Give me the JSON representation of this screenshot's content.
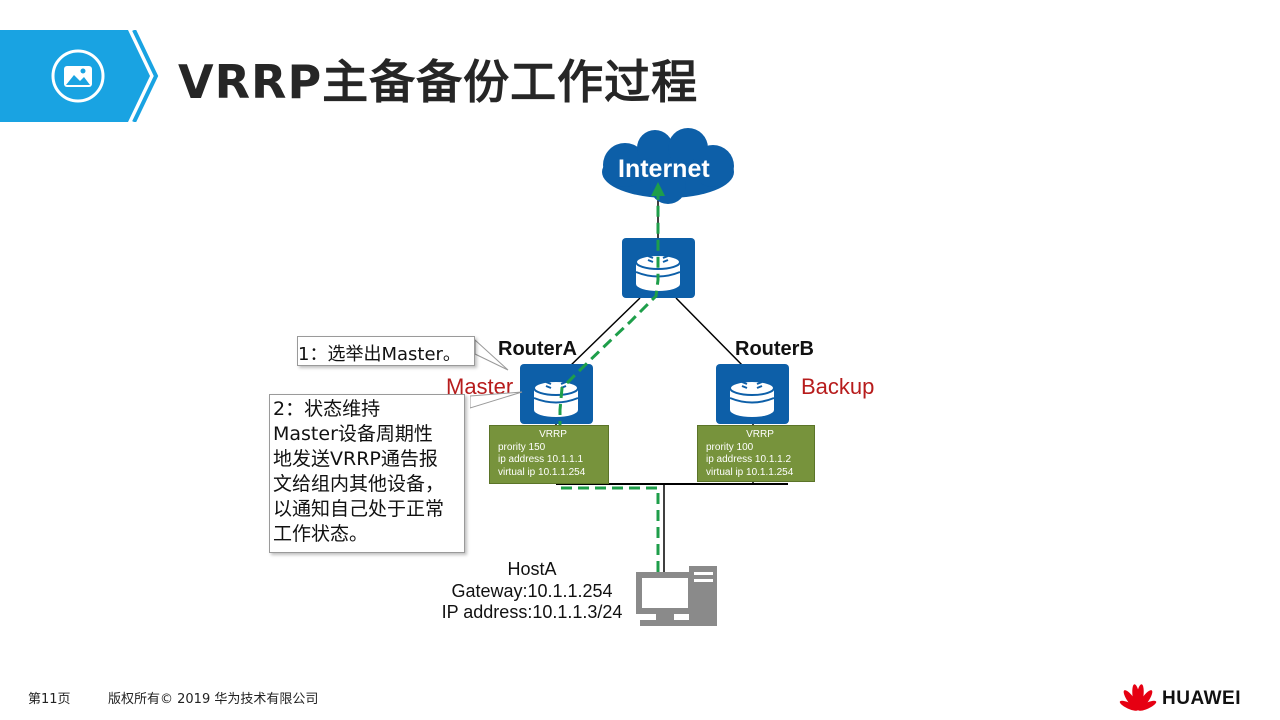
{
  "header": {
    "title": "VRRP主备备份工作过程",
    "icon": "image-icon",
    "accent_color": "#19a3e2"
  },
  "diagram": {
    "cloud_label": "Internet",
    "router_a": {
      "name": "RouterA",
      "role": "Master",
      "vrrp": {
        "title": "VRRP",
        "priority": "prority 150",
        "ip": "ip address 10.1.1.1",
        "virtual_ip": "virtual ip 10.1.1.254"
      }
    },
    "router_b": {
      "name": "RouterB",
      "role": "Backup",
      "vrrp": {
        "title": "VRRP",
        "priority": "prority 100",
        "ip": "ip address 10.1.1.2",
        "virtual_ip": "virtual ip 10.1.1.254"
      }
    },
    "callouts": {
      "step1": "1：选举出Master。",
      "step2_lines": [
        "2：状态维持",
        "Master设备周期性",
        "地发送VRRP通告报",
        "文给组内其他设备，",
        "以通知自己处于正常",
        "工作状态。"
      ]
    },
    "host": {
      "name": "HostA",
      "gateway": "Gateway:10.1.1.254",
      "ip": "IP address:10.1.1.3/24"
    },
    "colors": {
      "router_blue": "#0d5fa8",
      "vrrp_green": "#77933c",
      "path_green": "#1e9e4a",
      "role_red": "#b71c1c"
    }
  },
  "footer": {
    "page": "第11页",
    "copyright": "版权所有© 2019 华为技术有限公司",
    "brand": "HUAWEI"
  }
}
